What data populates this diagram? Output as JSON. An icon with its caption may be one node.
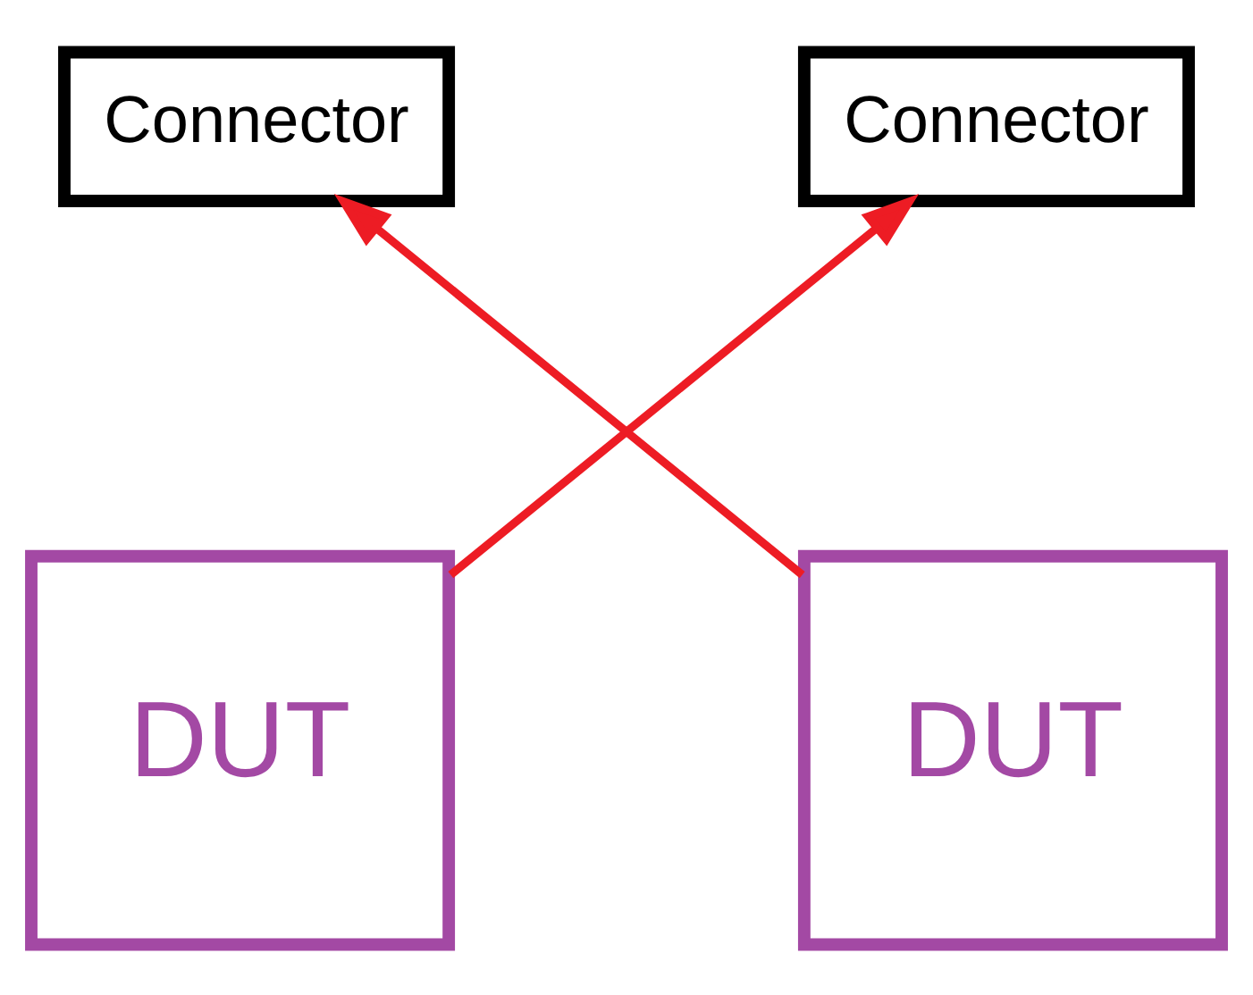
{
  "diagram": {
    "nodes": [
      {
        "text": [
          "Connector"
        ]
      },
      {
        "text": [
          "Connector"
        ]
      },
      {
        "text": [
          "DUT"
        ]
      },
      {
        "text": [
          "DUT"
        ]
      }
    ],
    "edges": [
      {
        "from": 2,
        "to": 1,
        "arrow": "to",
        "color": "#ed1c24"
      },
      {
        "from": 3,
        "to": 0,
        "arrow": "to",
        "color": "#ed1c24"
      }
    ]
  }
}
